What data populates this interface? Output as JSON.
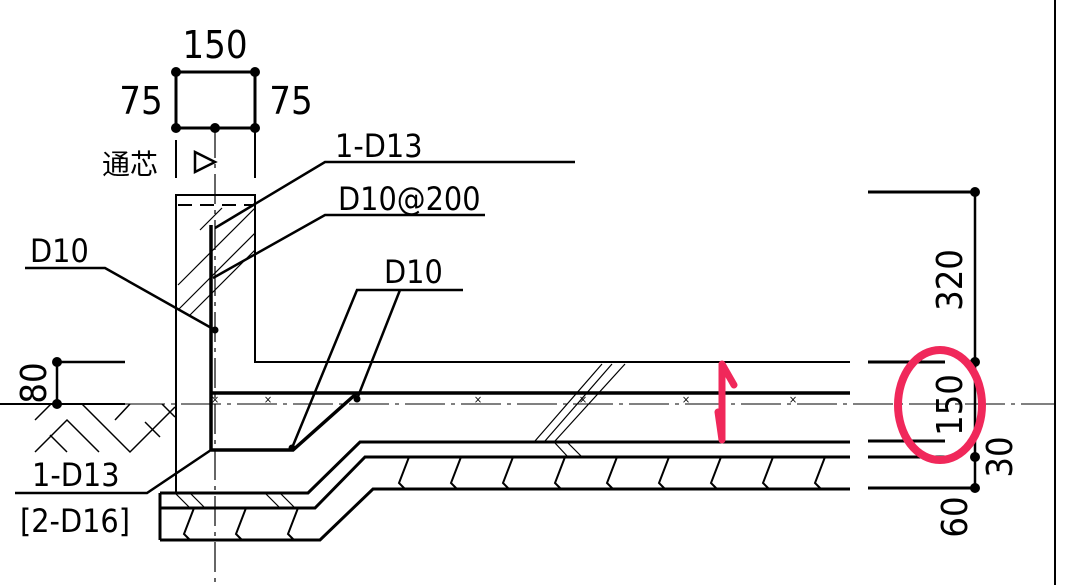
{
  "drawing": {
    "top_dims": {
      "total": "150",
      "left": "75",
      "right": "75"
    },
    "center_label": "通芯",
    "labels": {
      "top_bar": "1-D13",
      "wall_bar": "D10@200",
      "left_bar": "D10",
      "slab_bar": "D10",
      "bottom_bar": "1-D13",
      "bottom_bar_alt": "[2-D16]"
    },
    "left_dim": "80",
    "right_dims": {
      "d1": "320",
      "d2": "150",
      "d3": "30",
      "d4": "60"
    },
    "annotation_color": "#f0285a"
  }
}
